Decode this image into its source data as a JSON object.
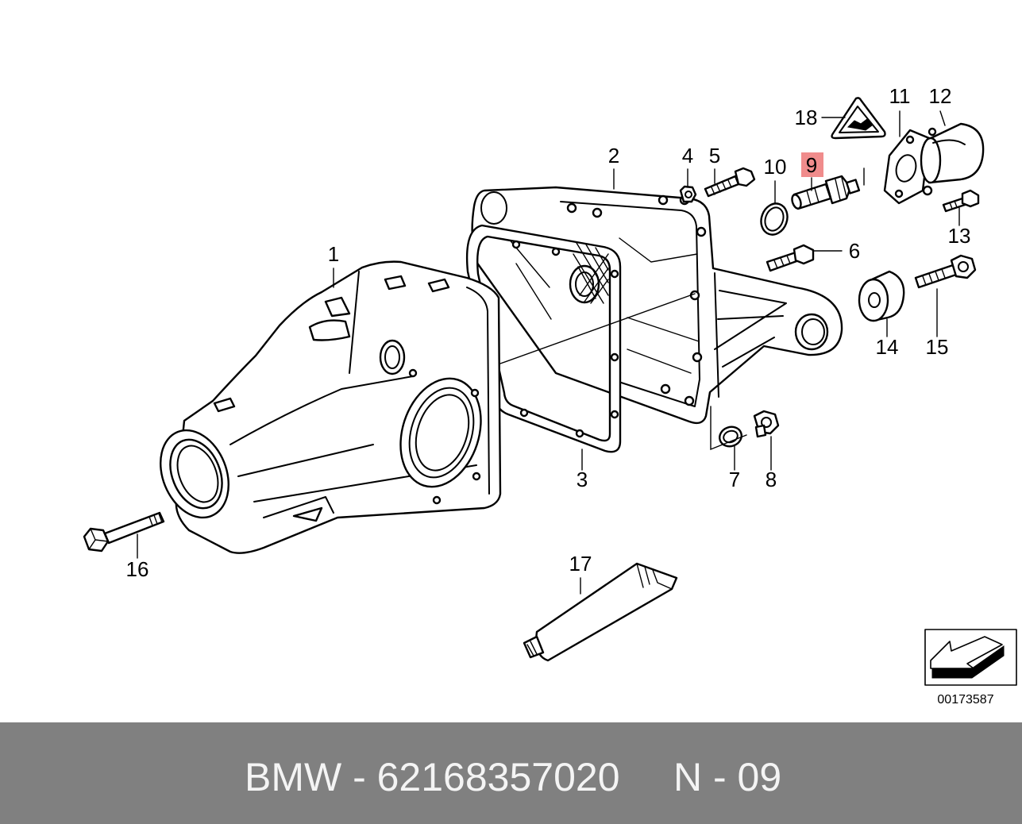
{
  "diagram": {
    "callouts": [
      {
        "label": "1"
      },
      {
        "label": "2"
      },
      {
        "label": "3"
      },
      {
        "label": "4"
      },
      {
        "label": "5"
      },
      {
        "label": "6"
      },
      {
        "label": "7"
      },
      {
        "label": "8"
      },
      {
        "label": "9",
        "highlighted": true
      },
      {
        "label": "10"
      },
      {
        "label": "11"
      },
      {
        "label": "12"
      },
      {
        "label": "13"
      },
      {
        "label": "14"
      },
      {
        "label": "15"
      },
      {
        "label": "16"
      },
      {
        "label": "17"
      },
      {
        "label": "18"
      }
    ],
    "reference_number": "00173587",
    "reference_icon": "direction-arrow-icon"
  },
  "footer": {
    "catalog_line": "BMW - 62168357020",
    "page_code": "N - 09"
  },
  "colors": {
    "background": "#ffffff",
    "line": "#000000",
    "highlight": "#f08c8c",
    "footer_background": "#808080",
    "footer_text": "#f4f4f4"
  }
}
